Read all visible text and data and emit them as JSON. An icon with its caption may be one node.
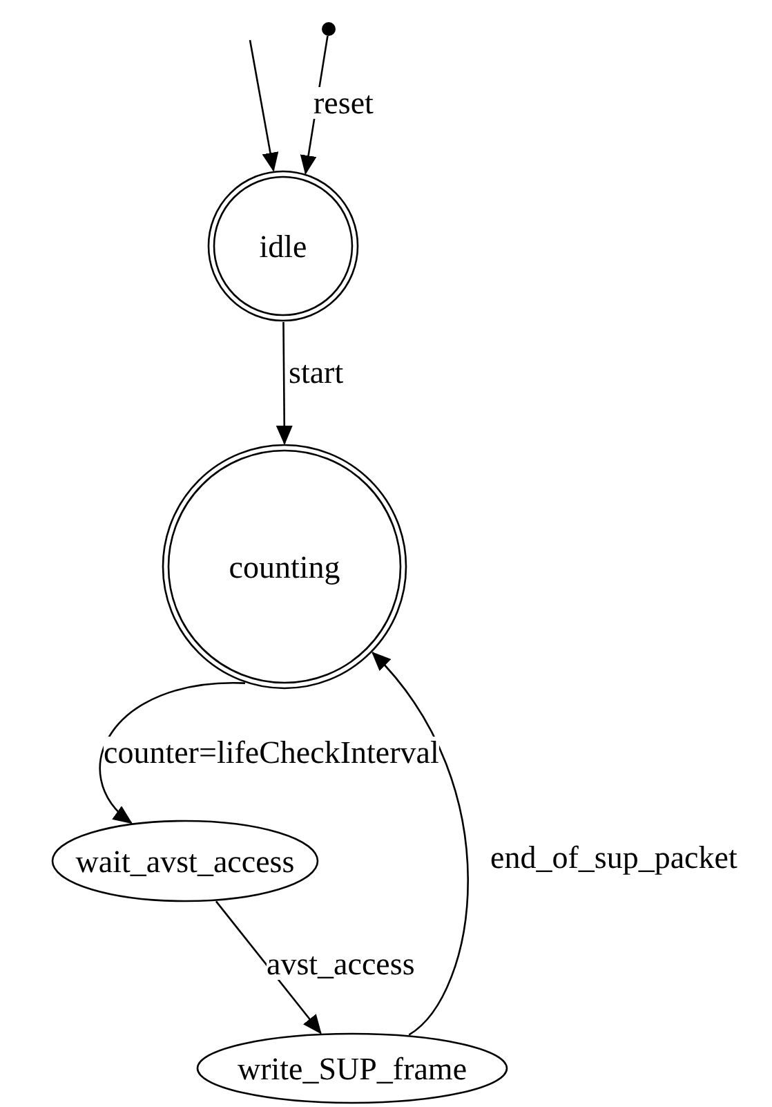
{
  "diagram": {
    "nodes": [
      {
        "text": [],
        "shape": "circle"
      },
      {
        "text": [
          "idle"
        ]
      },
      {
        "text": [
          "counting"
        ]
      },
      {
        "text": [
          "wait_avst_access"
        ]
      },
      {
        "text": [
          "write_SUP_frame"
        ]
      }
    ],
    "edges": [
      {
        "from": null,
        "to": 1,
        "arrow": "to"
      },
      {
        "from": 0,
        "to": 1,
        "arrow": "to",
        "label": "reset"
      },
      {
        "from": 1,
        "to": 2,
        "arrow": "to",
        "label": "start"
      },
      {
        "from": 2,
        "to": 3,
        "arrow": "to",
        "label": "counter=lifeCheckInterval"
      },
      {
        "from": 3,
        "to": 4,
        "arrow": "to",
        "label": "avst_access"
      },
      {
        "from": 4,
        "to": 2,
        "arrow": "to",
        "label": "end_of_sup_packet"
      }
    ]
  }
}
